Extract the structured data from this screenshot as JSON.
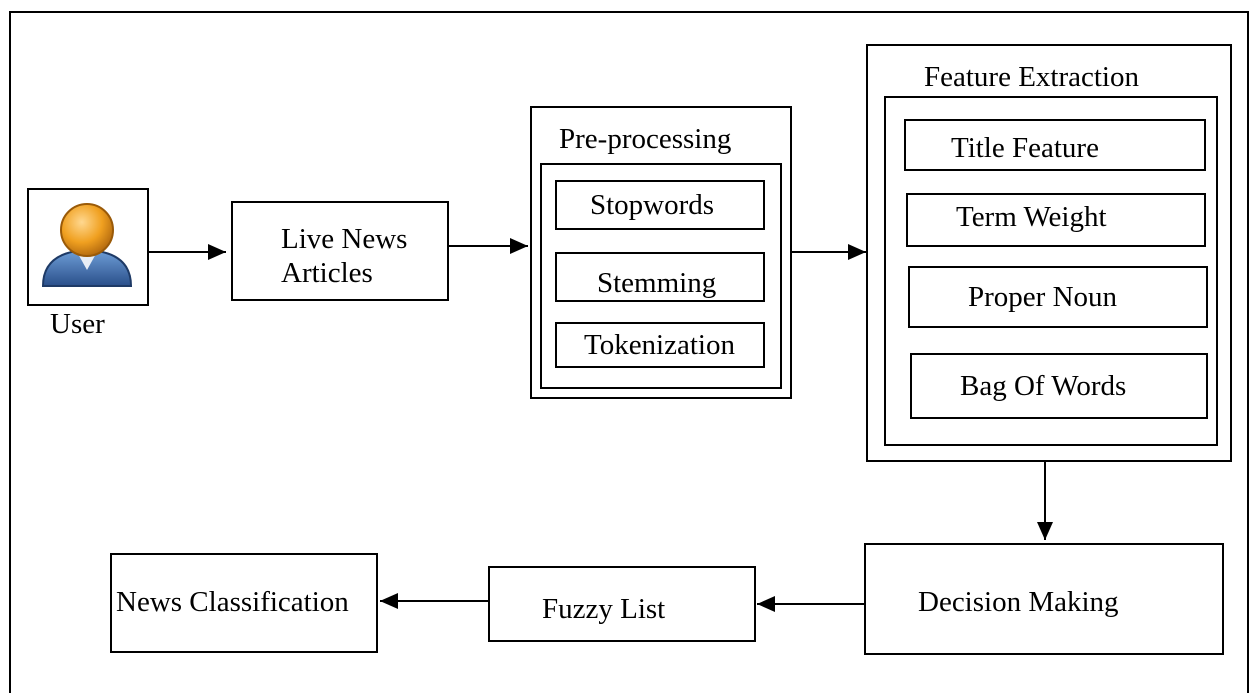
{
  "user": {
    "label": "User"
  },
  "live_news": {
    "line1": "Live News",
    "line2": "Articles"
  },
  "preprocessing": {
    "title": "Pre-processing",
    "items": [
      "Stopwords",
      "Stemming",
      "Tokenization"
    ]
  },
  "feature_extraction": {
    "title": "Feature Extraction",
    "items": [
      "Title Feature",
      "Term Weight",
      "Proper Noun",
      "Bag Of Words"
    ]
  },
  "decision_making": {
    "label": "Decision Making"
  },
  "fuzzy_list": {
    "label": "Fuzzy List"
  },
  "news_classification": {
    "label": "News Classification"
  },
  "colors": {
    "user_head": "#f0a020",
    "user_body": "#3f6fae",
    "line": "#000000"
  }
}
